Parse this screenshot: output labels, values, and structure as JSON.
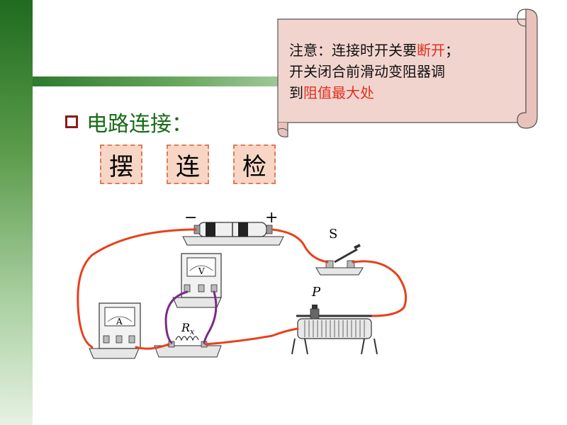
{
  "heading": {
    "title": "电路连接："
  },
  "steps": [
    "摆",
    "连",
    "检"
  ],
  "note": {
    "line1_prefix": "注意：连接时开关要",
    "line1_highlight": "断开",
    "line1_suffix": "；",
    "line2": "开关闭合前滑动变阻器调",
    "line3_prefix": "到",
    "line3_highlight": "阻值最大处"
  },
  "diagram": {
    "minus": "−",
    "plus": "+",
    "switch": "S",
    "slider": "P",
    "resistor": "R",
    "resistor_sub": "x",
    "ammeter": "A",
    "voltmeter": "V"
  },
  "colors": {
    "accent_red": "#e0301e",
    "wire": "#e8401a",
    "voltmeter_wire": "#7a2a8a",
    "heading_green": "#1a6b1a"
  }
}
